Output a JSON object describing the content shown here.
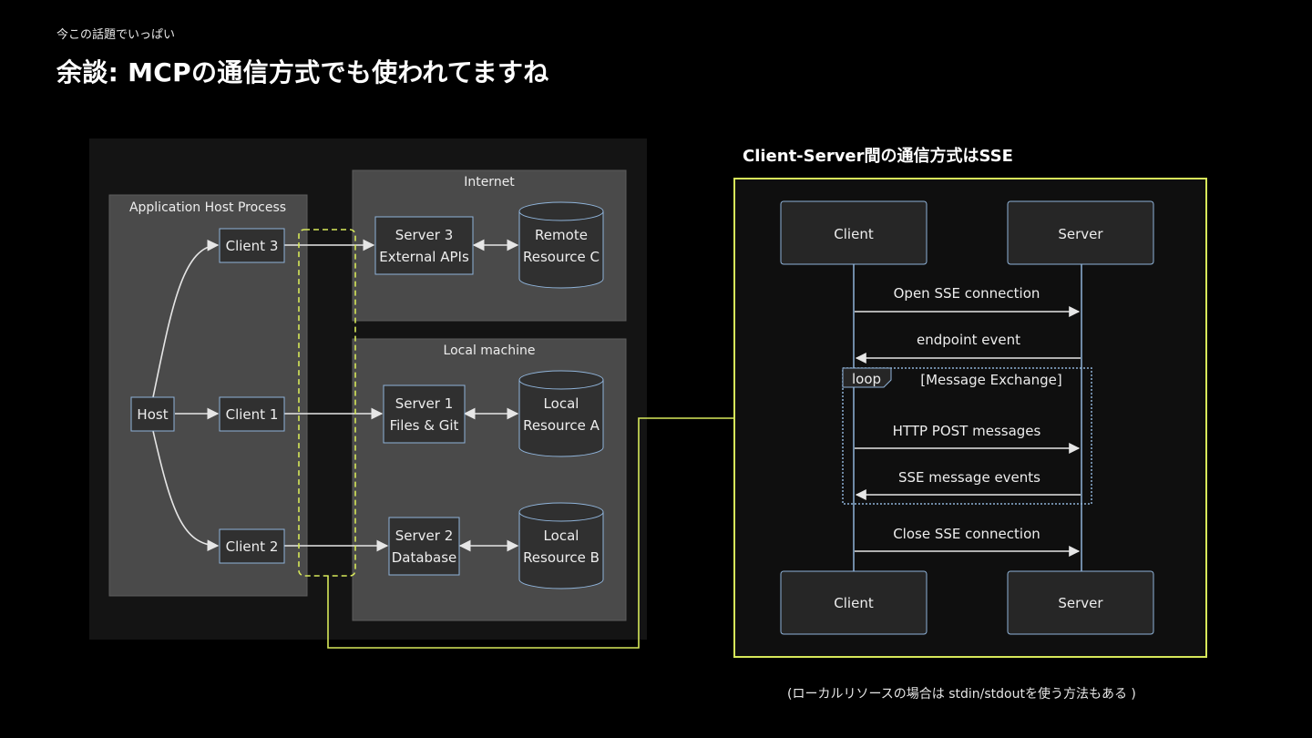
{
  "header": {
    "kicker": "今この話題でいっぱい",
    "title": "余談: MCPの通信方式でも使われてますね"
  },
  "architecture": {
    "group_host": "Application Host Process",
    "group_internet": "Internet",
    "group_local": "Local machine",
    "host": "Host",
    "client1": "Client 1",
    "client2": "Client 2",
    "client3": "Client 3",
    "server3_l1": "Server 3",
    "server3_l2": "External APIs",
    "server1_l1": "Server 1",
    "server1_l2": "Files & Git",
    "server2_l1": "Server 2",
    "server2_l2": "Database",
    "resC_l1": "Remote",
    "resC_l2": "Resource C",
    "resA_l1": "Local",
    "resA_l2": "Resource A",
    "resB_l1": "Local",
    "resB_l2": "Resource B"
  },
  "sse": {
    "title": "Client-Server間の通信方式はSSE",
    "client_label": "Client",
    "server_label": "Server",
    "msg_open": "Open SSE connection",
    "msg_endpoint": "endpoint event",
    "loop_tag": "loop",
    "loop_label": "[Message Exchange]",
    "msg_post": "HTTP POST messages",
    "msg_events": "SSE message events",
    "msg_close": "Close SSE connection"
  },
  "footnote": "(ローカルリソースの場合は stdin/stdoutを使う方法もある )",
  "colors": {
    "highlight": "#d7e85a",
    "lifeline": "#8fb3d9",
    "node_border": "#8fb3d9",
    "panel": "#4a4a4a"
  }
}
